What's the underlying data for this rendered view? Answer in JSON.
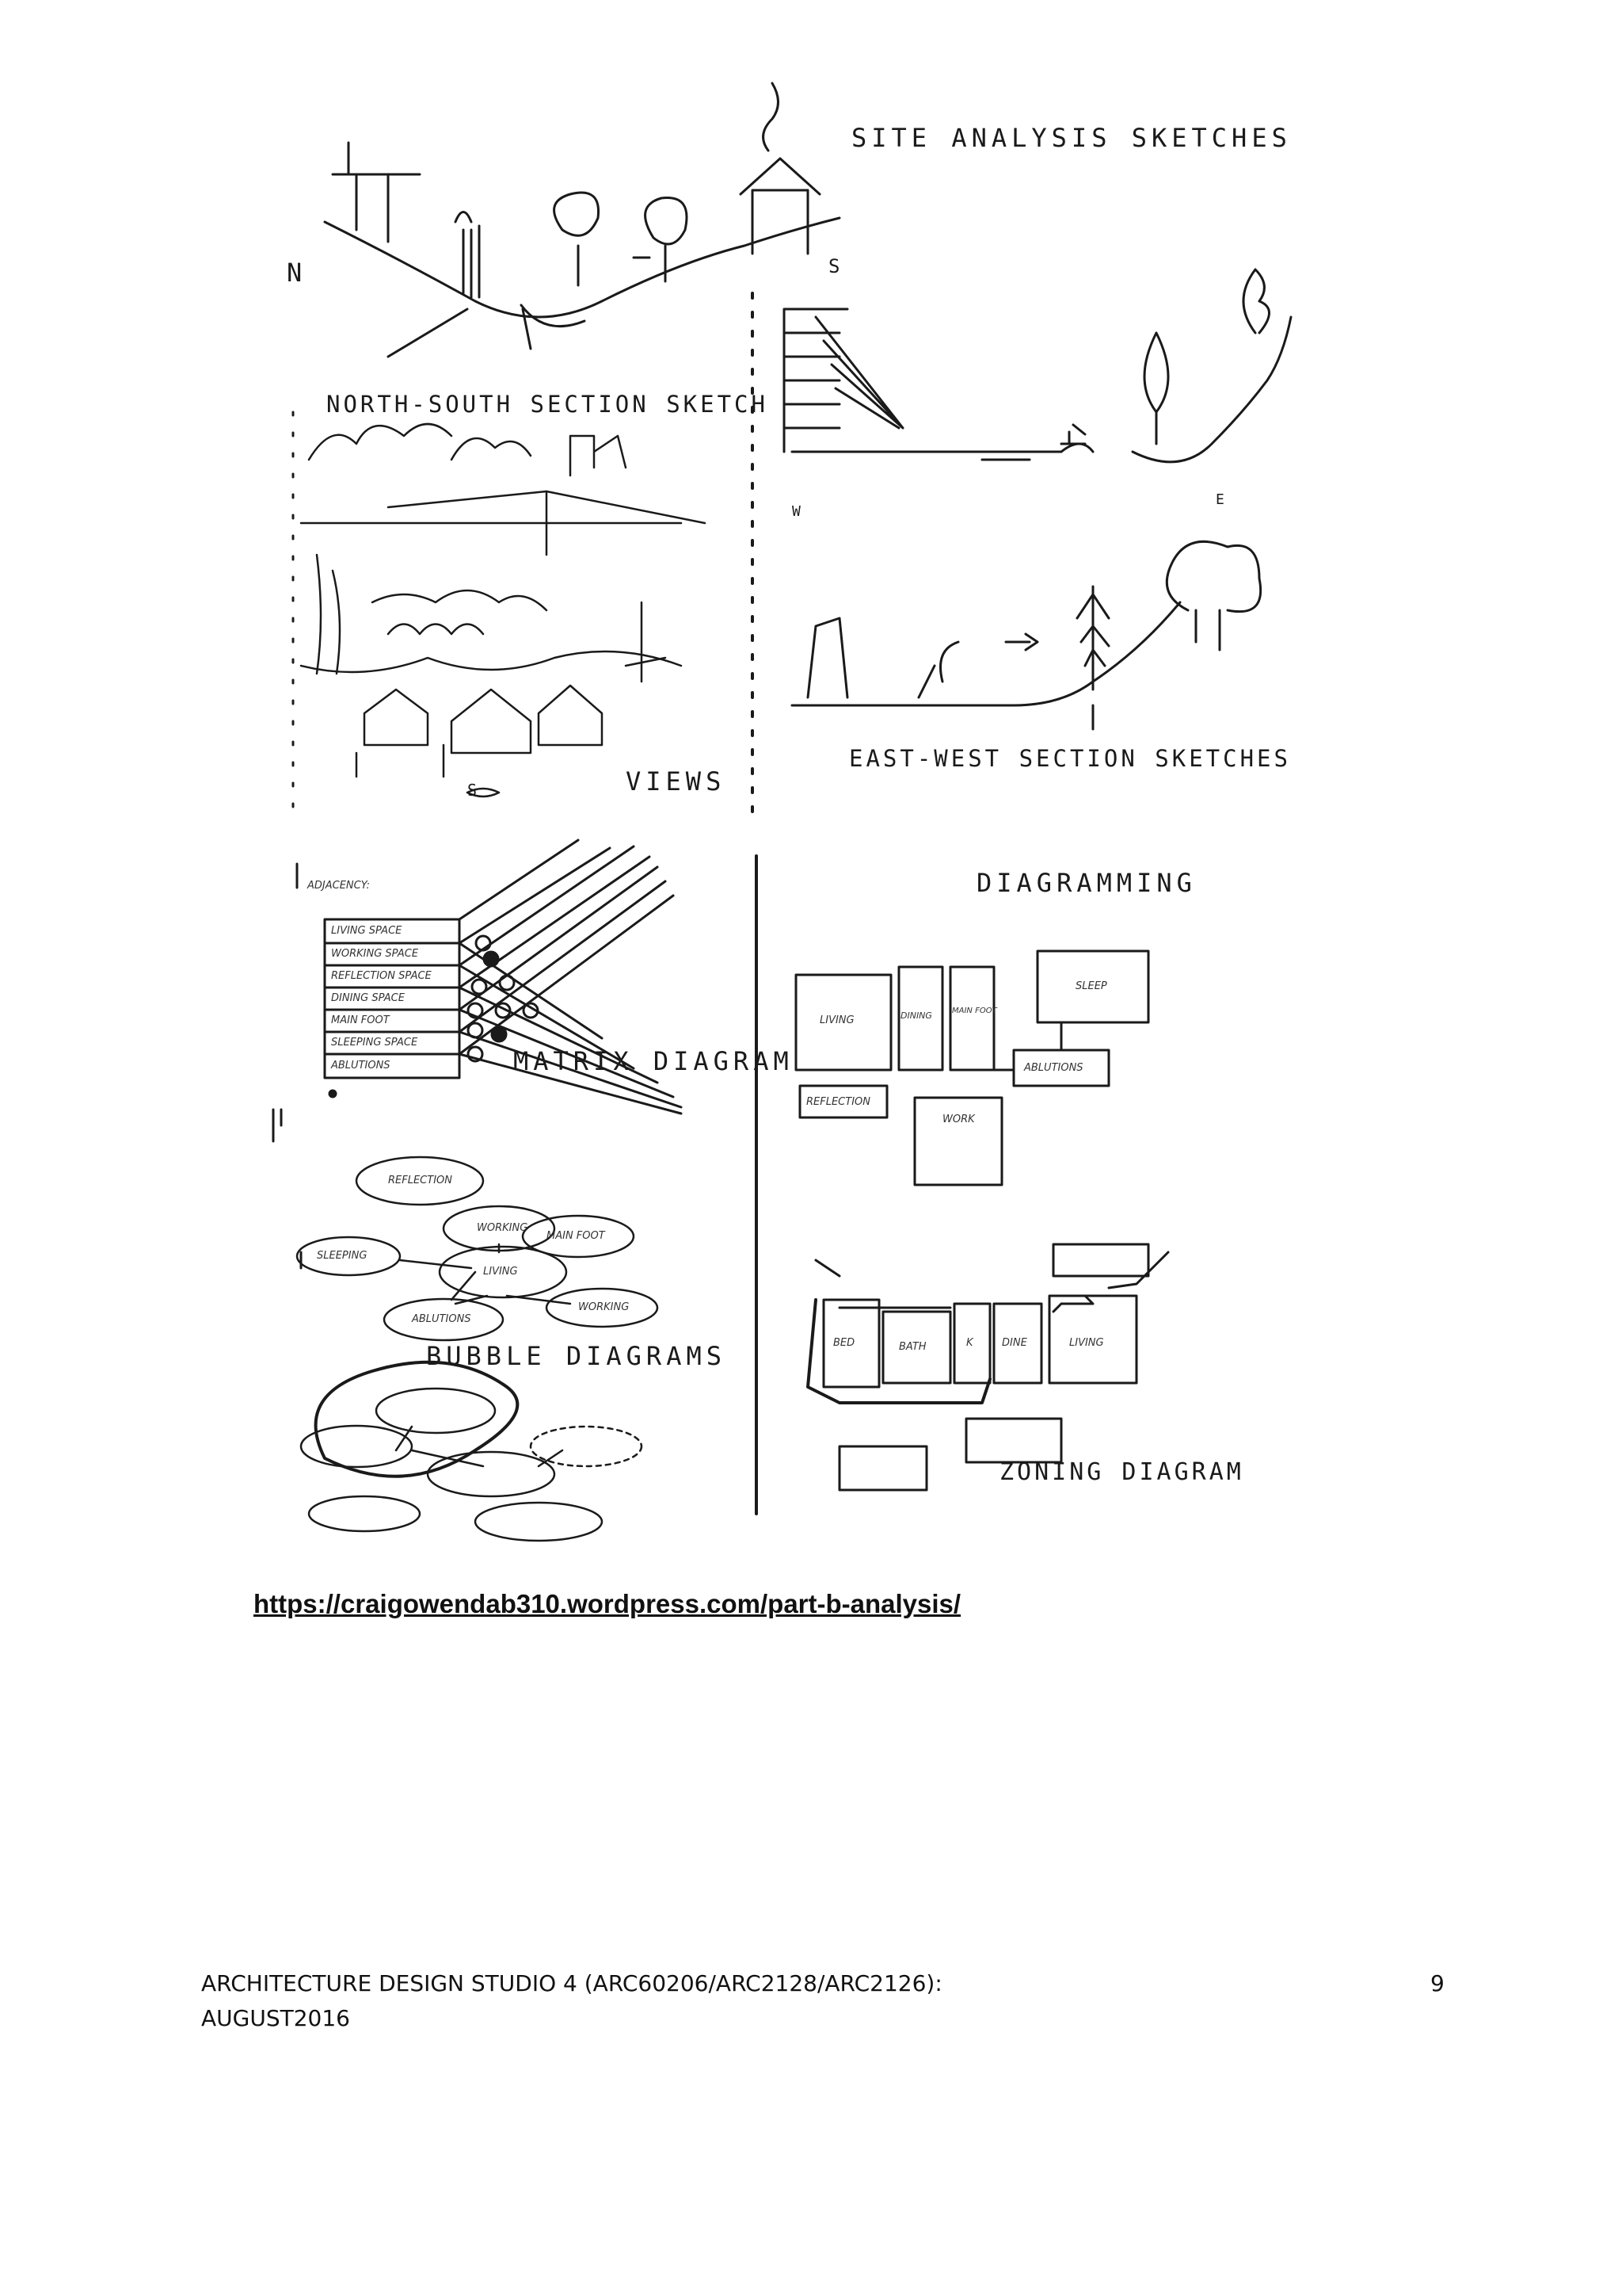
{
  "sheet": {
    "site_analysis_title": "SITE ANALYSIS SKETCHES",
    "ns_section_title": "NORTH-SOUTH SECTION SKETCH",
    "views_title": "VIEWS",
    "ew_section_title": "EAST-WEST SECTION SKETCHES",
    "diagramming_title": "DIAGRAMMING",
    "matrix_title": "MATRIX DIAGRAM",
    "bubble_title": "BUBBLE DIAGRAMS",
    "zoning_title": "ZONING DIAGRAM",
    "compass_n": "N",
    "compass_s": "S",
    "compass_w": "W",
    "compass_e": "E",
    "views_s_mark": "S",
    "matrix_rows": [
      "LIVING SPACE",
      "WORKING SPACE",
      "REFLECTION SPACE",
      "DINING SPACE",
      "MAIN FOOT",
      "SLEEPING SPACE",
      "ABLUTIONS"
    ],
    "matrix_heading": "ADJACENCY:",
    "zoning_rooms": [
      "LIVING",
      "DINING",
      "MAIN FOOT",
      "SLEEP",
      "ABLUTIONS",
      "REFLECTION",
      "WORK",
      "BED",
      "BATH",
      "K",
      "DINE",
      "LIVING"
    ],
    "bubble_nodes": [
      "REFLECTION",
      "WORKING",
      "SLEEPING",
      "LIVING",
      "MAIN FOOT",
      "ABLUTIONS",
      "WORKING"
    ]
  },
  "source": {
    "url": "https://craigowendab310.wordpress.com/part-b-analysis/"
  },
  "footer": {
    "course": "ARCHITECTURE DESIGN STUDIO 4 (ARC60206/ARC2128/ARC2126):",
    "date": "AUGUST2016",
    "page_number": "9"
  }
}
